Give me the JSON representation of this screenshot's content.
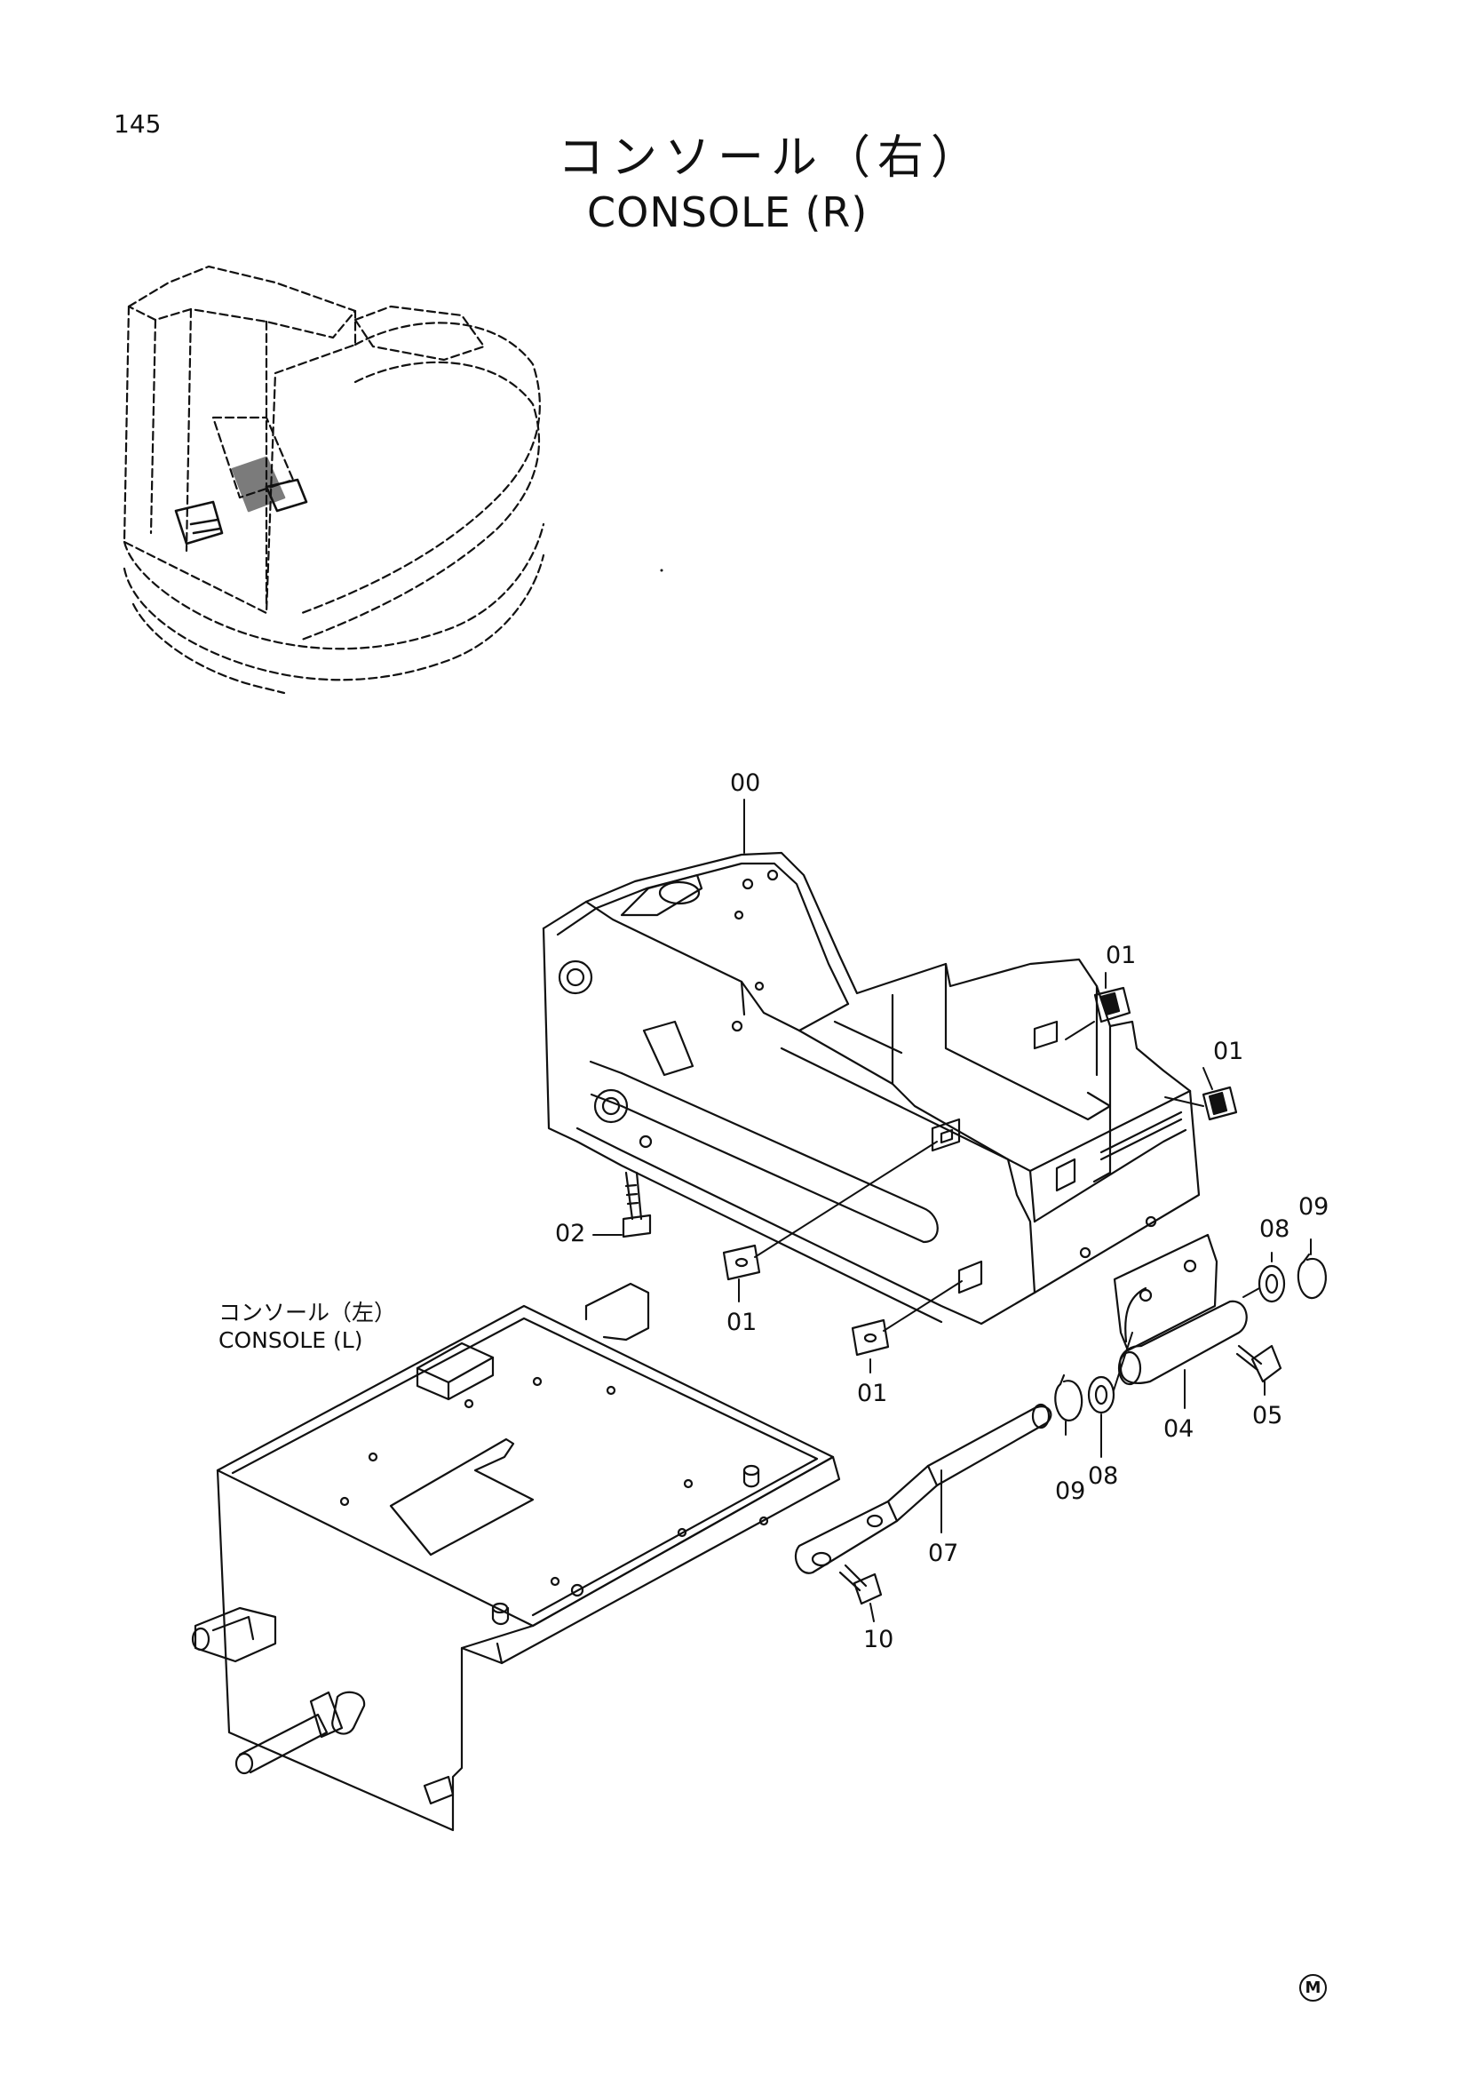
{
  "page_number": "145",
  "title_jp": "コンソール（右）",
  "title_en": "CONSOLE (R)",
  "left_console_label": {
    "jp": "コンソール（左）",
    "en": "CONSOLE (L)"
  },
  "callouts": [
    "00",
    "01",
    "01",
    "01",
    "01",
    "02",
    "04",
    "05",
    "07",
    "08",
    "08",
    "09",
    "09",
    "10"
  ],
  "mark": "M"
}
